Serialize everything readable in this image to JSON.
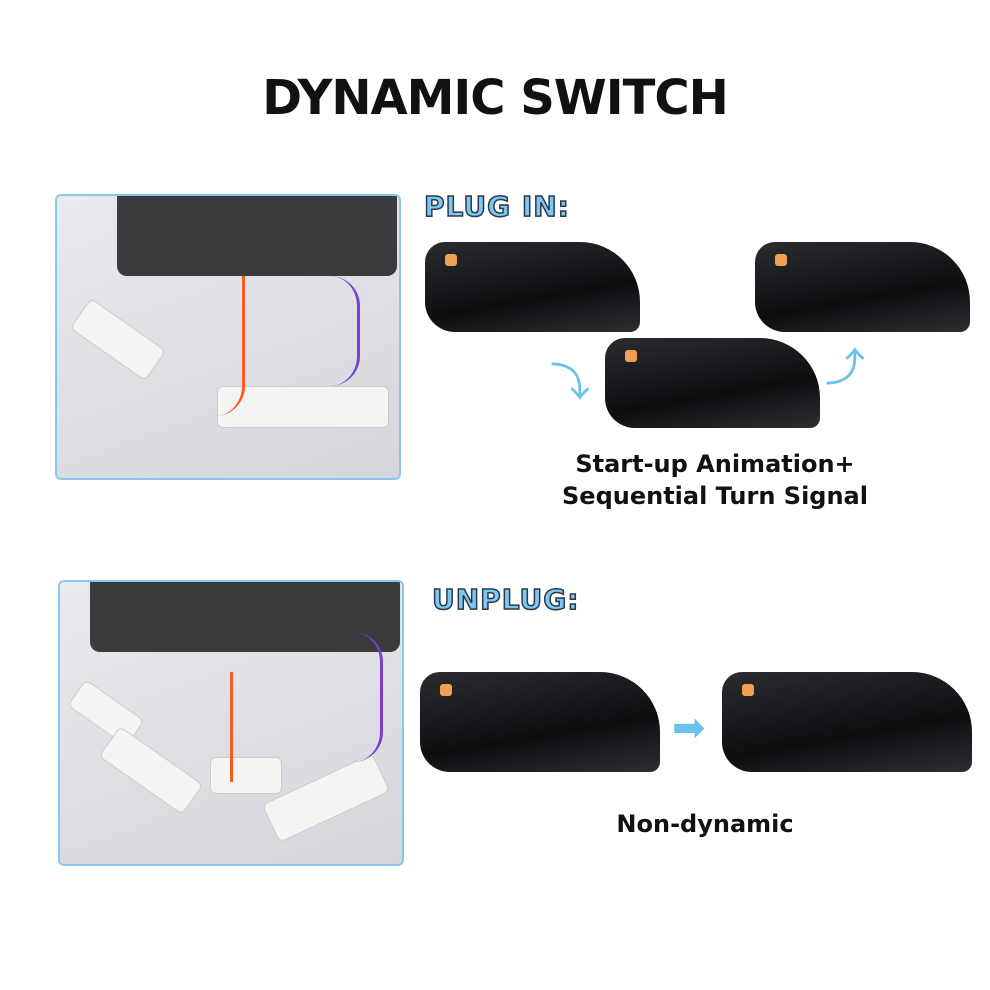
{
  "title": "DYNAMIC SWITCH",
  "plug_in": {
    "label": "PLUG IN:",
    "caption_line1": "Start-up Animation+",
    "caption_line2": "Sequential Turn Signal"
  },
  "unplug": {
    "label": "UNPLUG:",
    "caption": "Non-dynamic"
  },
  "colors": {
    "accent": "#7cc8f0",
    "border": "#8cc6ee"
  }
}
